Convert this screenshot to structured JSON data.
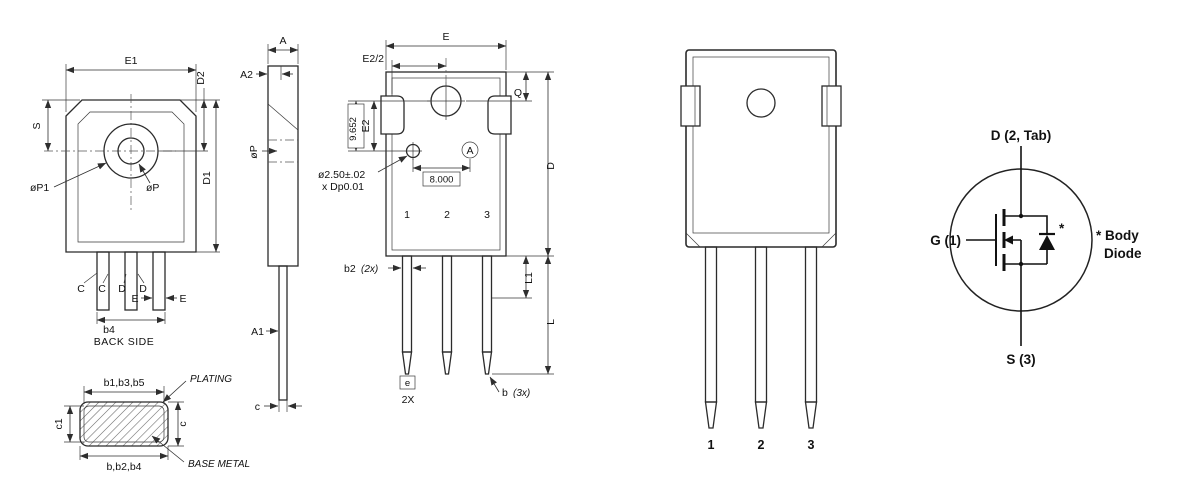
{
  "back_view": {
    "caption": "BACK SIDE",
    "dim_e1": "E1",
    "dim_s": "S",
    "dim_d2": "D2",
    "dim_d1": "D1",
    "dim_p1": "øP1",
    "dim_p": "øP",
    "dim_c_1": "C",
    "dim_c_2": "C",
    "dim_d_left": "D",
    "dim_d_right": "D",
    "dim_e_left": "E",
    "dim_e_right": "E",
    "dim_b4": "b4"
  },
  "side_view": {
    "dim_a": "A",
    "dim_a2": "A2",
    "dim_p": "øP",
    "dim_a1": "A1",
    "dim_c": "c"
  },
  "front_view": {
    "dim_e": "E",
    "dim_e2_half": "E2/2",
    "dim_9652": "9.652",
    "dim_e2": "E2",
    "dim_8000": "8.000",
    "dim_q": "Q",
    "dim_d": "D",
    "dim_l1": "L1",
    "dim_l": "L",
    "hole_note_1": "ø2.50±.02",
    "hole_note_2": "x Dp0.01",
    "datum": "A",
    "dim_b2": "b2",
    "dim_b2_qty": "(2x)",
    "dim_b": "b",
    "dim_b_qty": "(3x)",
    "pitch": "e",
    "pitch_qty": "2X",
    "pin1": "1",
    "pin2": "2",
    "pin3": "3"
  },
  "lead_section": {
    "dim_top": "b1,b3,b5",
    "plating": "PLATING",
    "dim_c1": "c1",
    "dim_c": "c",
    "dim_bottom": "b,b2,b4",
    "base_metal": "BASE METAL"
  },
  "package_view": {
    "pin1": "1",
    "pin2": "2",
    "pin3": "3"
  },
  "symbol": {
    "drain": "D (2, Tab)",
    "gate": "G (1)",
    "source": "S (3)",
    "asterisk": "*",
    "note_1": "* Body",
    "note_2": "Diode"
  }
}
